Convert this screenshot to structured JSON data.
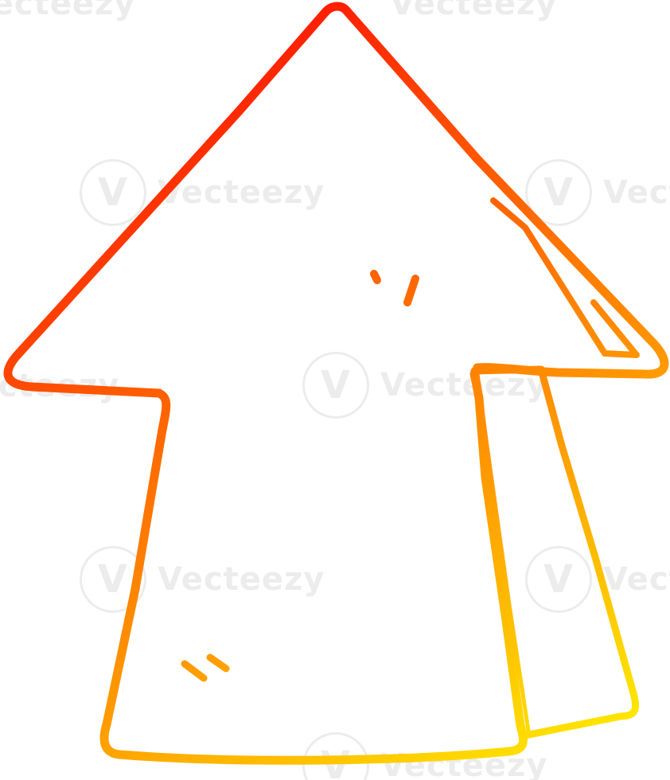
{
  "artwork": {
    "subject": "arrow-up",
    "stroke_gradient": [
      "#ff0000",
      "#ff5a00",
      "#ff9a00",
      "#ffe600"
    ]
  },
  "watermark": {
    "text": "Vecteezy",
    "logo_glyph": "V",
    "color": "#ececec"
  }
}
